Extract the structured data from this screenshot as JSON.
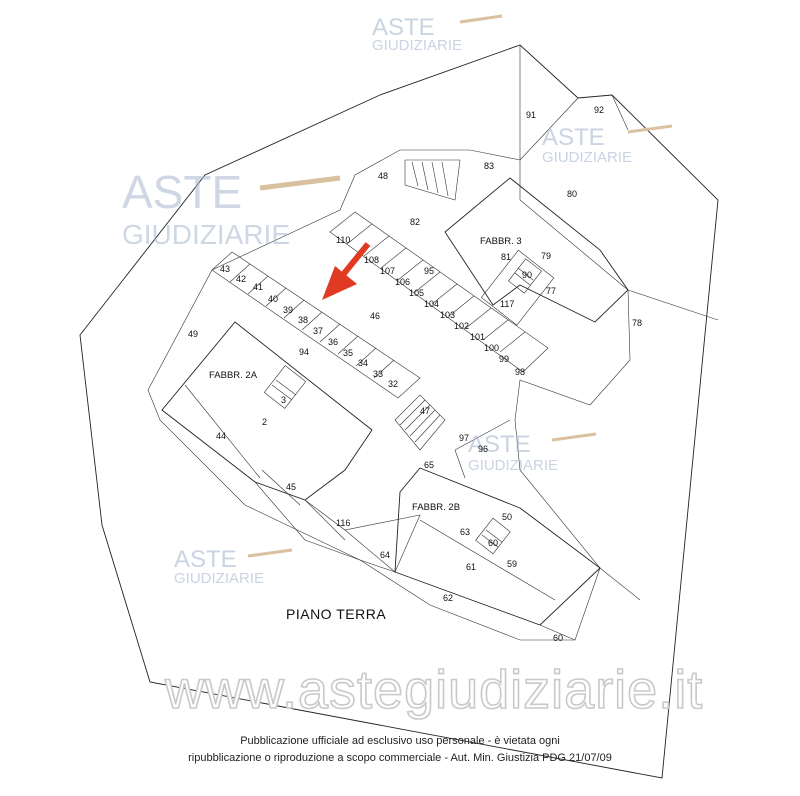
{
  "watermark": {
    "brand_top": "ASTE",
    "brand_bottom": "GIUDIZIARIE",
    "url": "www.astegiudiziarie.it"
  },
  "plan": {
    "floor_label": "PIANO TERRA",
    "buildings": [
      "FABBR. 3",
      "FABBR. 2A",
      "FABBR. 2B"
    ],
    "units": [
      "91",
      "92",
      "83",
      "48",
      "80",
      "82",
      "110",
      "108",
      "107",
      "106",
      "105",
      "104",
      "103",
      "102",
      "101",
      "100",
      "99",
      "98",
      "95",
      "81",
      "79",
      "90",
      "77",
      "117",
      "78",
      "43",
      "42",
      "41",
      "40",
      "39",
      "38",
      "37",
      "36",
      "35",
      "34",
      "33",
      "32",
      "46",
      "49",
      "94",
      "3",
      "2",
      "44",
      "47",
      "97",
      "96",
      "65",
      "45",
      "116",
      "50",
      "63",
      "60",
      "59",
      "64",
      "61",
      "62"
    ]
  },
  "footer": {
    "line1": "Pubblicazione ufficiale ad esclusivo uso personale - è vietata ogni",
    "line2": "ripubblicazione o riproduzione a scopo commerciale - Aut. Min. Giustizia PDG 21/07/09"
  },
  "colors": {
    "watermark": "#a8b6cf",
    "arrow": "#e03a22",
    "lines": "#222222"
  }
}
